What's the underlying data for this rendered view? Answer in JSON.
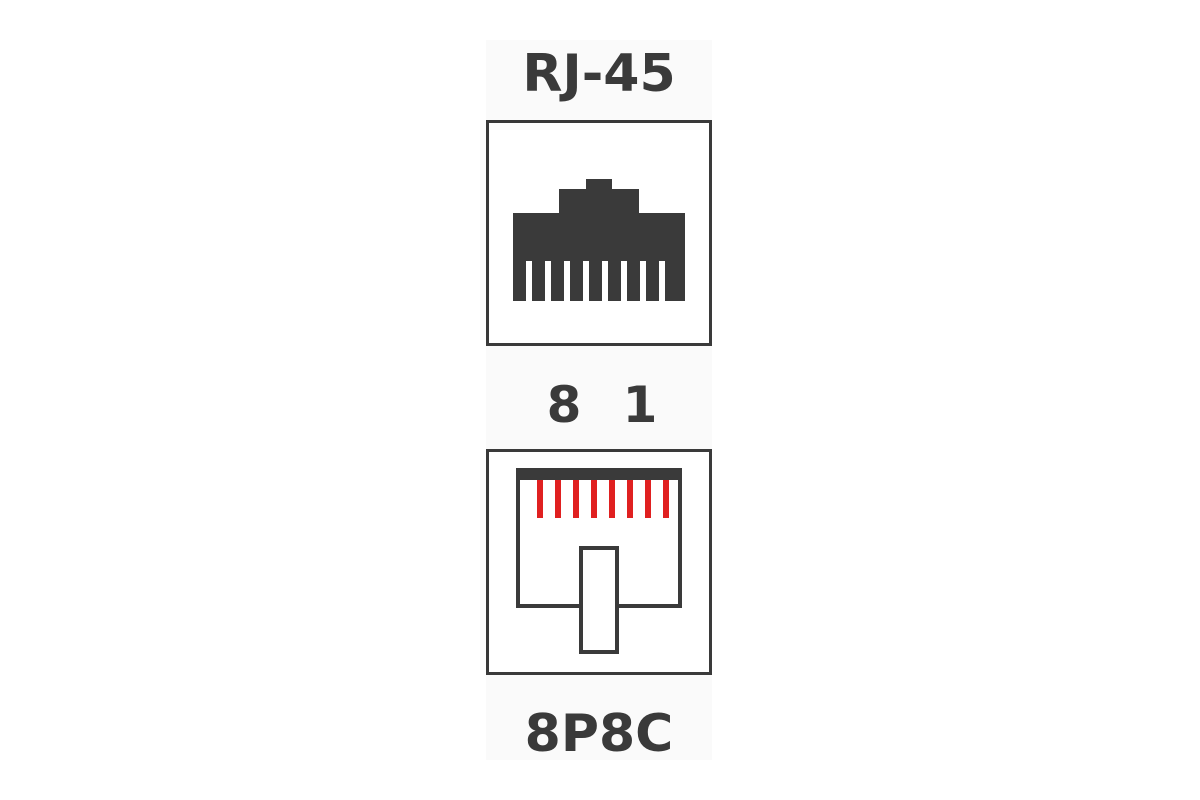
{
  "title": "RJ-45",
  "pin_labels": {
    "left": "8",
    "right": "1"
  },
  "bottom_label": "8P8C",
  "colors": {
    "ink": "#3a3a3a",
    "contacts": "#e02020",
    "background": "#ffffff"
  },
  "icons": {
    "socket": "rj45-socket-icon",
    "plug": "8p8c-plug-icon"
  }
}
